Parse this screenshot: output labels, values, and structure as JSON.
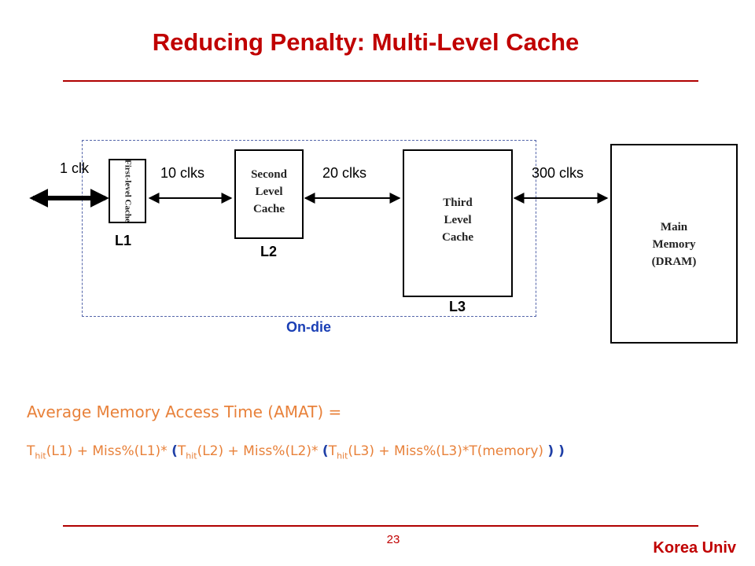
{
  "title": "Reducing Penalty: Multi-Level Cache",
  "diagram": {
    "l1": {
      "text": "First-level Cache",
      "label": "L1",
      "latency": "1 clk"
    },
    "l2": {
      "line1": "Second",
      "line2": "Level",
      "line3": "Cache",
      "label": "L2",
      "latency": "10 clks"
    },
    "l3": {
      "line1": "Third",
      "line2": "Level",
      "line3": "Cache",
      "label": "L3",
      "latency": "20 clks"
    },
    "memory": {
      "line1": "Main",
      "line2": "Memory",
      "line3": "(DRAM)",
      "latency": "300 clks"
    },
    "on_die_label": "On-die"
  },
  "formula": {
    "heading": "Average Memory Access Time (AMAT) =",
    "t": "T",
    "hit": "hit",
    "part1": "(L1) + Miss%(L1)* ",
    "open1": "(",
    "part2": "(L2) + Miss%(L2)* ",
    "open2": "(",
    "part3": "(L3) + Miss%(L3)*T(memory) ",
    "close": ") )"
  },
  "footer": {
    "page_number": "23",
    "brand": "Korea Univ"
  },
  "colors": {
    "title": "#c00000",
    "formula": "#e8813a",
    "on_die": "#1a3fb5"
  }
}
